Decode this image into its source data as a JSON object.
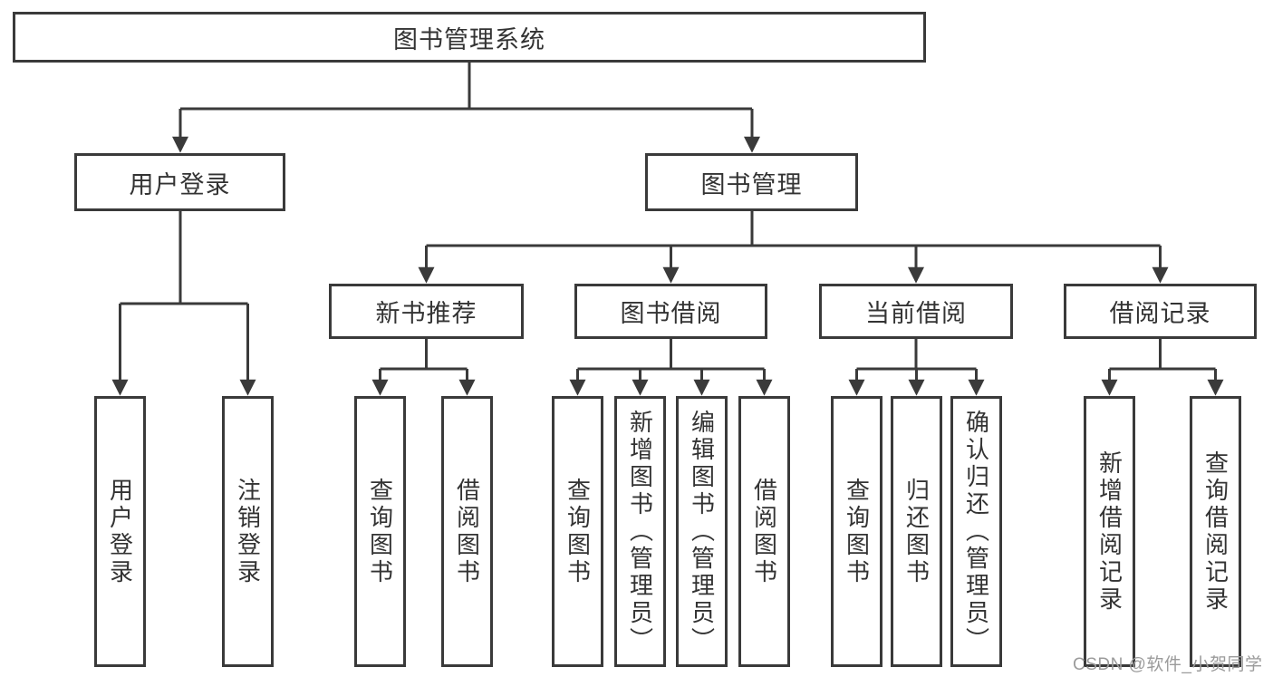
{
  "tree": {
    "root": {
      "label": "图书管理系统"
    },
    "branches": [
      {
        "label": "用户登录",
        "leaves": [
          {
            "label": "用户登录"
          },
          {
            "label": "注销登录"
          }
        ]
      },
      {
        "label": "图书管理",
        "groups": [
          {
            "label": "新书推荐",
            "leaves": [
              {
                "label": "查询图书"
              },
              {
                "label": "借阅图书"
              }
            ]
          },
          {
            "label": "图书借阅",
            "leaves": [
              {
                "label": "查询图书"
              },
              {
                "label": "新增图书（管理员）"
              },
              {
                "label": "编辑图书（管理员）"
              },
              {
                "label": "借阅图书"
              }
            ]
          },
          {
            "label": "当前借阅",
            "leaves": [
              {
                "label": "查询图书"
              },
              {
                "label": "归还图书"
              },
              {
                "label": "确认归还（管理员）"
              }
            ]
          },
          {
            "label": "借阅记录",
            "leaves": [
              {
                "label": "新增借阅记录"
              },
              {
                "label": "查询借阅记录"
              }
            ]
          }
        ]
      }
    ]
  },
  "watermark": {
    "text": "CSDN @软件_小贺同学"
  },
  "colors": {
    "line": "#3a3a3a",
    "border": "#3a3a3a",
    "text": "#333333",
    "watermark": "#9b9b9b",
    "background": "#ffffff"
  }
}
